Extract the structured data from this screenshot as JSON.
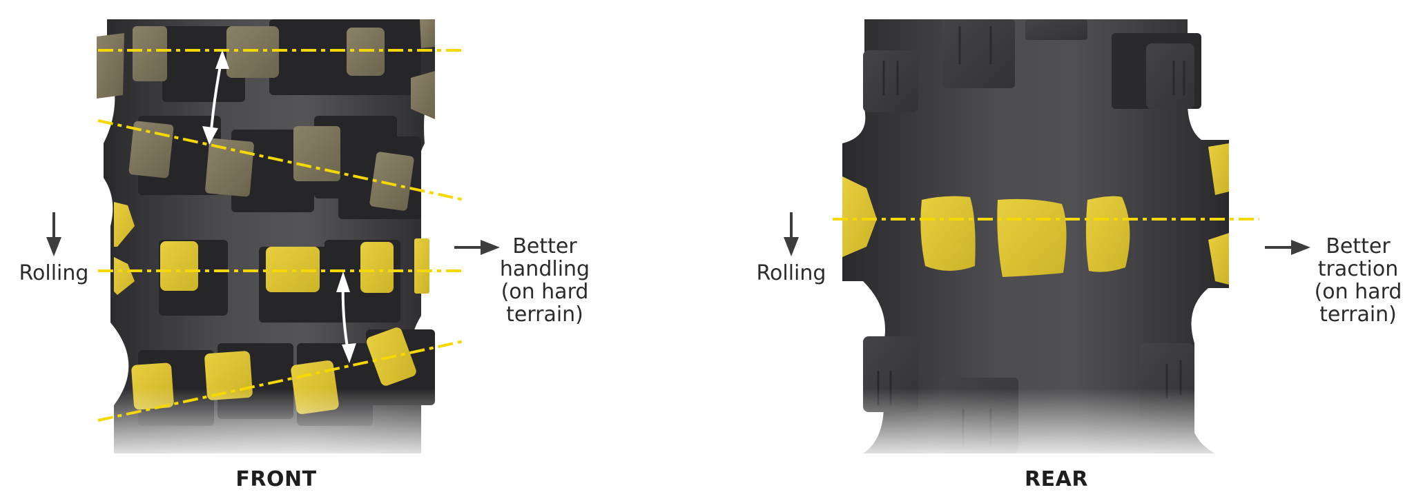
{
  "front": {
    "caption": "FRONT",
    "direction_label": "Rolling",
    "benefit_lines": [
      "Better",
      "handling",
      "(on hard",
      "terrain)"
    ],
    "guide_lines": 4,
    "guide_line_pattern": "dash-dot",
    "highlighted_rows": [
      "center row",
      "lower diagonal row"
    ]
  },
  "rear": {
    "caption": "REAR",
    "direction_label": "Rolling",
    "benefit_lines": [
      "Better",
      "traction",
      "(on hard",
      "terrain)"
    ],
    "guide_lines": 1,
    "guide_line_pattern": "dash-dot",
    "highlighted_rows": [
      "center row"
    ]
  },
  "icons": {
    "rolling_arrow": "arrow-down-icon",
    "benefit_arrow": "arrow-right-icon",
    "spacing_arrow": "double-headed-arrow-icon"
  },
  "colors": {
    "background": "#ffffff",
    "tire_dark": "#2f2f31",
    "tire_mid": "#4a4a4c",
    "tire_light": "#5c5c5e",
    "knob_yellow": "#d9bf2a",
    "knob_yellow_light": "#e7cf3e",
    "knob_olive": "#7a7258",
    "knob_black": "#3a3a3a",
    "guide_line": "#f5d800",
    "text": "#2b2b2b",
    "arrow": "#3d3d3d",
    "spacing_arrow": "#ffffff"
  }
}
